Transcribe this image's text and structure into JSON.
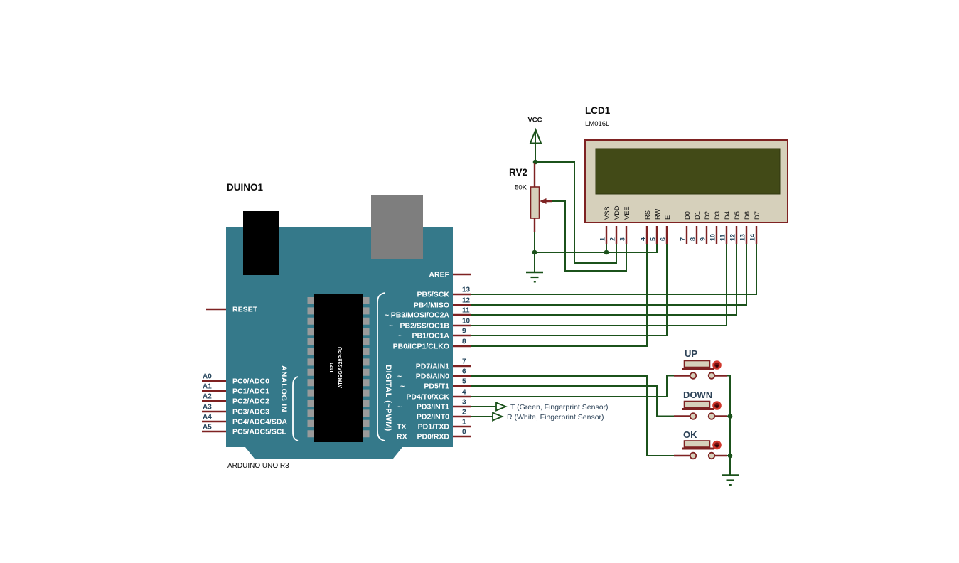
{
  "colors": {
    "board_teal": "#35798a",
    "wire_green": "#1b521b",
    "pin_maroon": "#7e2222",
    "component_tan": "#d6d0bb",
    "lcd_screen_olive": "#424a17",
    "label_navy": "#26455c",
    "button_red": "#d0382c",
    "usb_gray": "#7e7e7e"
  },
  "arduino": {
    "ref": "DUINO1",
    "board_name": "ARDUINO UNO R3",
    "chip": {
      "line1": "1121",
      "line2": "ATMEGA328P-PU"
    },
    "digital_group_label": "DIGITAL (~PWM)",
    "analog_group_label": "ANALOG IN",
    "tx_label": "TX",
    "rx_label": "RX",
    "aref": {
      "name": "AREF"
    },
    "reset": {
      "name": "RESET"
    },
    "right_pins": [
      {
        "num": "13",
        "name": "PB5/SCK"
      },
      {
        "num": "12",
        "name": "PB4/MISO"
      },
      {
        "num": "11",
        "name": "PB3/MOSI/OC2A",
        "pwm": "~"
      },
      {
        "num": "10",
        "name": "PB2/SS/OC1B",
        "pwm": "~"
      },
      {
        "num": "9",
        "name": "PB1/OC1A",
        "pwm": "~"
      },
      {
        "num": "8",
        "name": "PB0/ICP1/CLKO"
      },
      {
        "num": "7",
        "name": "PD7/AIN1"
      },
      {
        "num": "6",
        "name": "PD6/AIN0",
        "pwm": "~"
      },
      {
        "num": "5",
        "name": "PD5/T1",
        "pwm": "~"
      },
      {
        "num": "4",
        "name": "PD4/T0/XCK"
      },
      {
        "num": "3",
        "name": "PD3/INT1",
        "pwm": "~"
      },
      {
        "num": "2",
        "name": "PD2/INT0"
      },
      {
        "num": "1",
        "name": "PD1/TXD"
      },
      {
        "num": "0",
        "name": "PD0/RXD"
      }
    ],
    "analog_pins": [
      {
        "ext": "A0",
        "name": "PC0/ADC0"
      },
      {
        "ext": "A1",
        "name": "PC1/ADC1"
      },
      {
        "ext": "A2",
        "name": "PC2/ADC2"
      },
      {
        "ext": "A3",
        "name": "PC3/ADC3"
      },
      {
        "ext": "A4",
        "name": "PC4/ADC4/SDA"
      },
      {
        "ext": "A5",
        "name": "PC5/ADC5/SCL"
      }
    ]
  },
  "lcd": {
    "ref": "LCD1",
    "model": "LM016L",
    "pins": [
      {
        "num": "1",
        "name": "VSS"
      },
      {
        "num": "2",
        "name": "VDD"
      },
      {
        "num": "3",
        "name": "VEE"
      },
      {
        "num": "4",
        "name": "RS"
      },
      {
        "num": "5",
        "name": "RW"
      },
      {
        "num": "6",
        "name": "E"
      },
      {
        "num": "7",
        "name": "D0"
      },
      {
        "num": "8",
        "name": "D1"
      },
      {
        "num": "9",
        "name": "D2"
      },
      {
        "num": "10",
        "name": "D3"
      },
      {
        "num": "11",
        "name": "D4"
      },
      {
        "num": "12",
        "name": "D5"
      },
      {
        "num": "13",
        "name": "D6"
      },
      {
        "num": "14",
        "name": "D7"
      }
    ]
  },
  "pot": {
    "ref": "RV2",
    "value": "50K"
  },
  "power": {
    "vcc_label": "VCC"
  },
  "buttons": [
    {
      "label": "UP"
    },
    {
      "label": "DOWN"
    },
    {
      "label": "OK"
    }
  ],
  "annotations": {
    "tx_sensor": "T (Green, Fingerprint Sensor)",
    "rx_sensor": "R (White, Fingerprint Sensor)"
  }
}
